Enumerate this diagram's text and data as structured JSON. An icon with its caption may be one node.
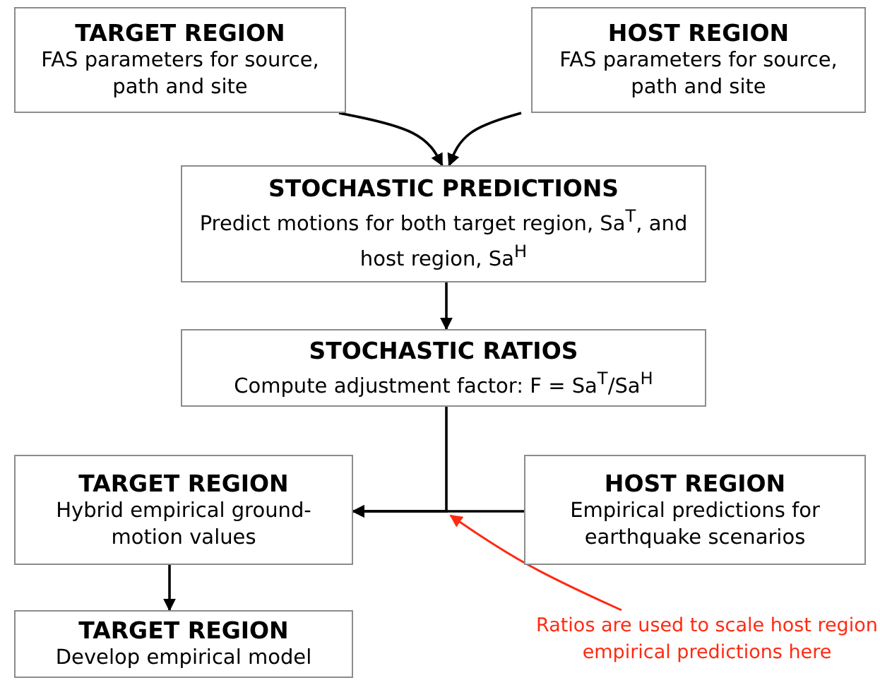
{
  "diagram": {
    "nodes": [
      {
        "text": [
          "TARGET REGION",
          "FAS parameters for source, path and site"
        ]
      },
      {
        "text": [
          "HOST REGION",
          "FAS parameters for source, path and site"
        ]
      },
      {
        "text": [
          "STOCHASTIC PREDICTIONS",
          "Predict motions for both target region, Sa$^{T}$, and host region, Sa$^{H}$"
        ]
      },
      {
        "text": [
          "STOCHASTIC RATIOS",
          "Compute adjustment factor: F = Sa$^{T}$/Sa$^{H}$"
        ]
      },
      {
        "text": [
          "TARGET REGION",
          "Hybrid empirical ground-motion values"
        ]
      },
      {
        "text": [
          "HOST REGION",
          "Empirical predictions for earthquake scenarios"
        ]
      },
      {
        "text": [
          "TARGET REGION",
          "Develop empirical model"
        ]
      },
      {
        "text": [
          "Ratios are used to scale host region empirical predictions here"
        ]
      }
    ],
    "edges": [
      {
        "from": 0,
        "to": 2,
        "arrow": "to"
      },
      {
        "from": 1,
        "to": 2,
        "arrow": "to"
      },
      {
        "from": 2,
        "to": 3,
        "arrow": "to"
      },
      {
        "from": 3,
        "to": 4,
        "arrow": "to"
      },
      {
        "from": 5,
        "to": 4,
        "arrow": "to"
      },
      {
        "from": 4,
        "to": 6,
        "arrow": "to"
      },
      {
        "from": 7,
        "to": null,
        "arrow": "to",
        "color": "#ff2a12"
      }
    ]
  }
}
